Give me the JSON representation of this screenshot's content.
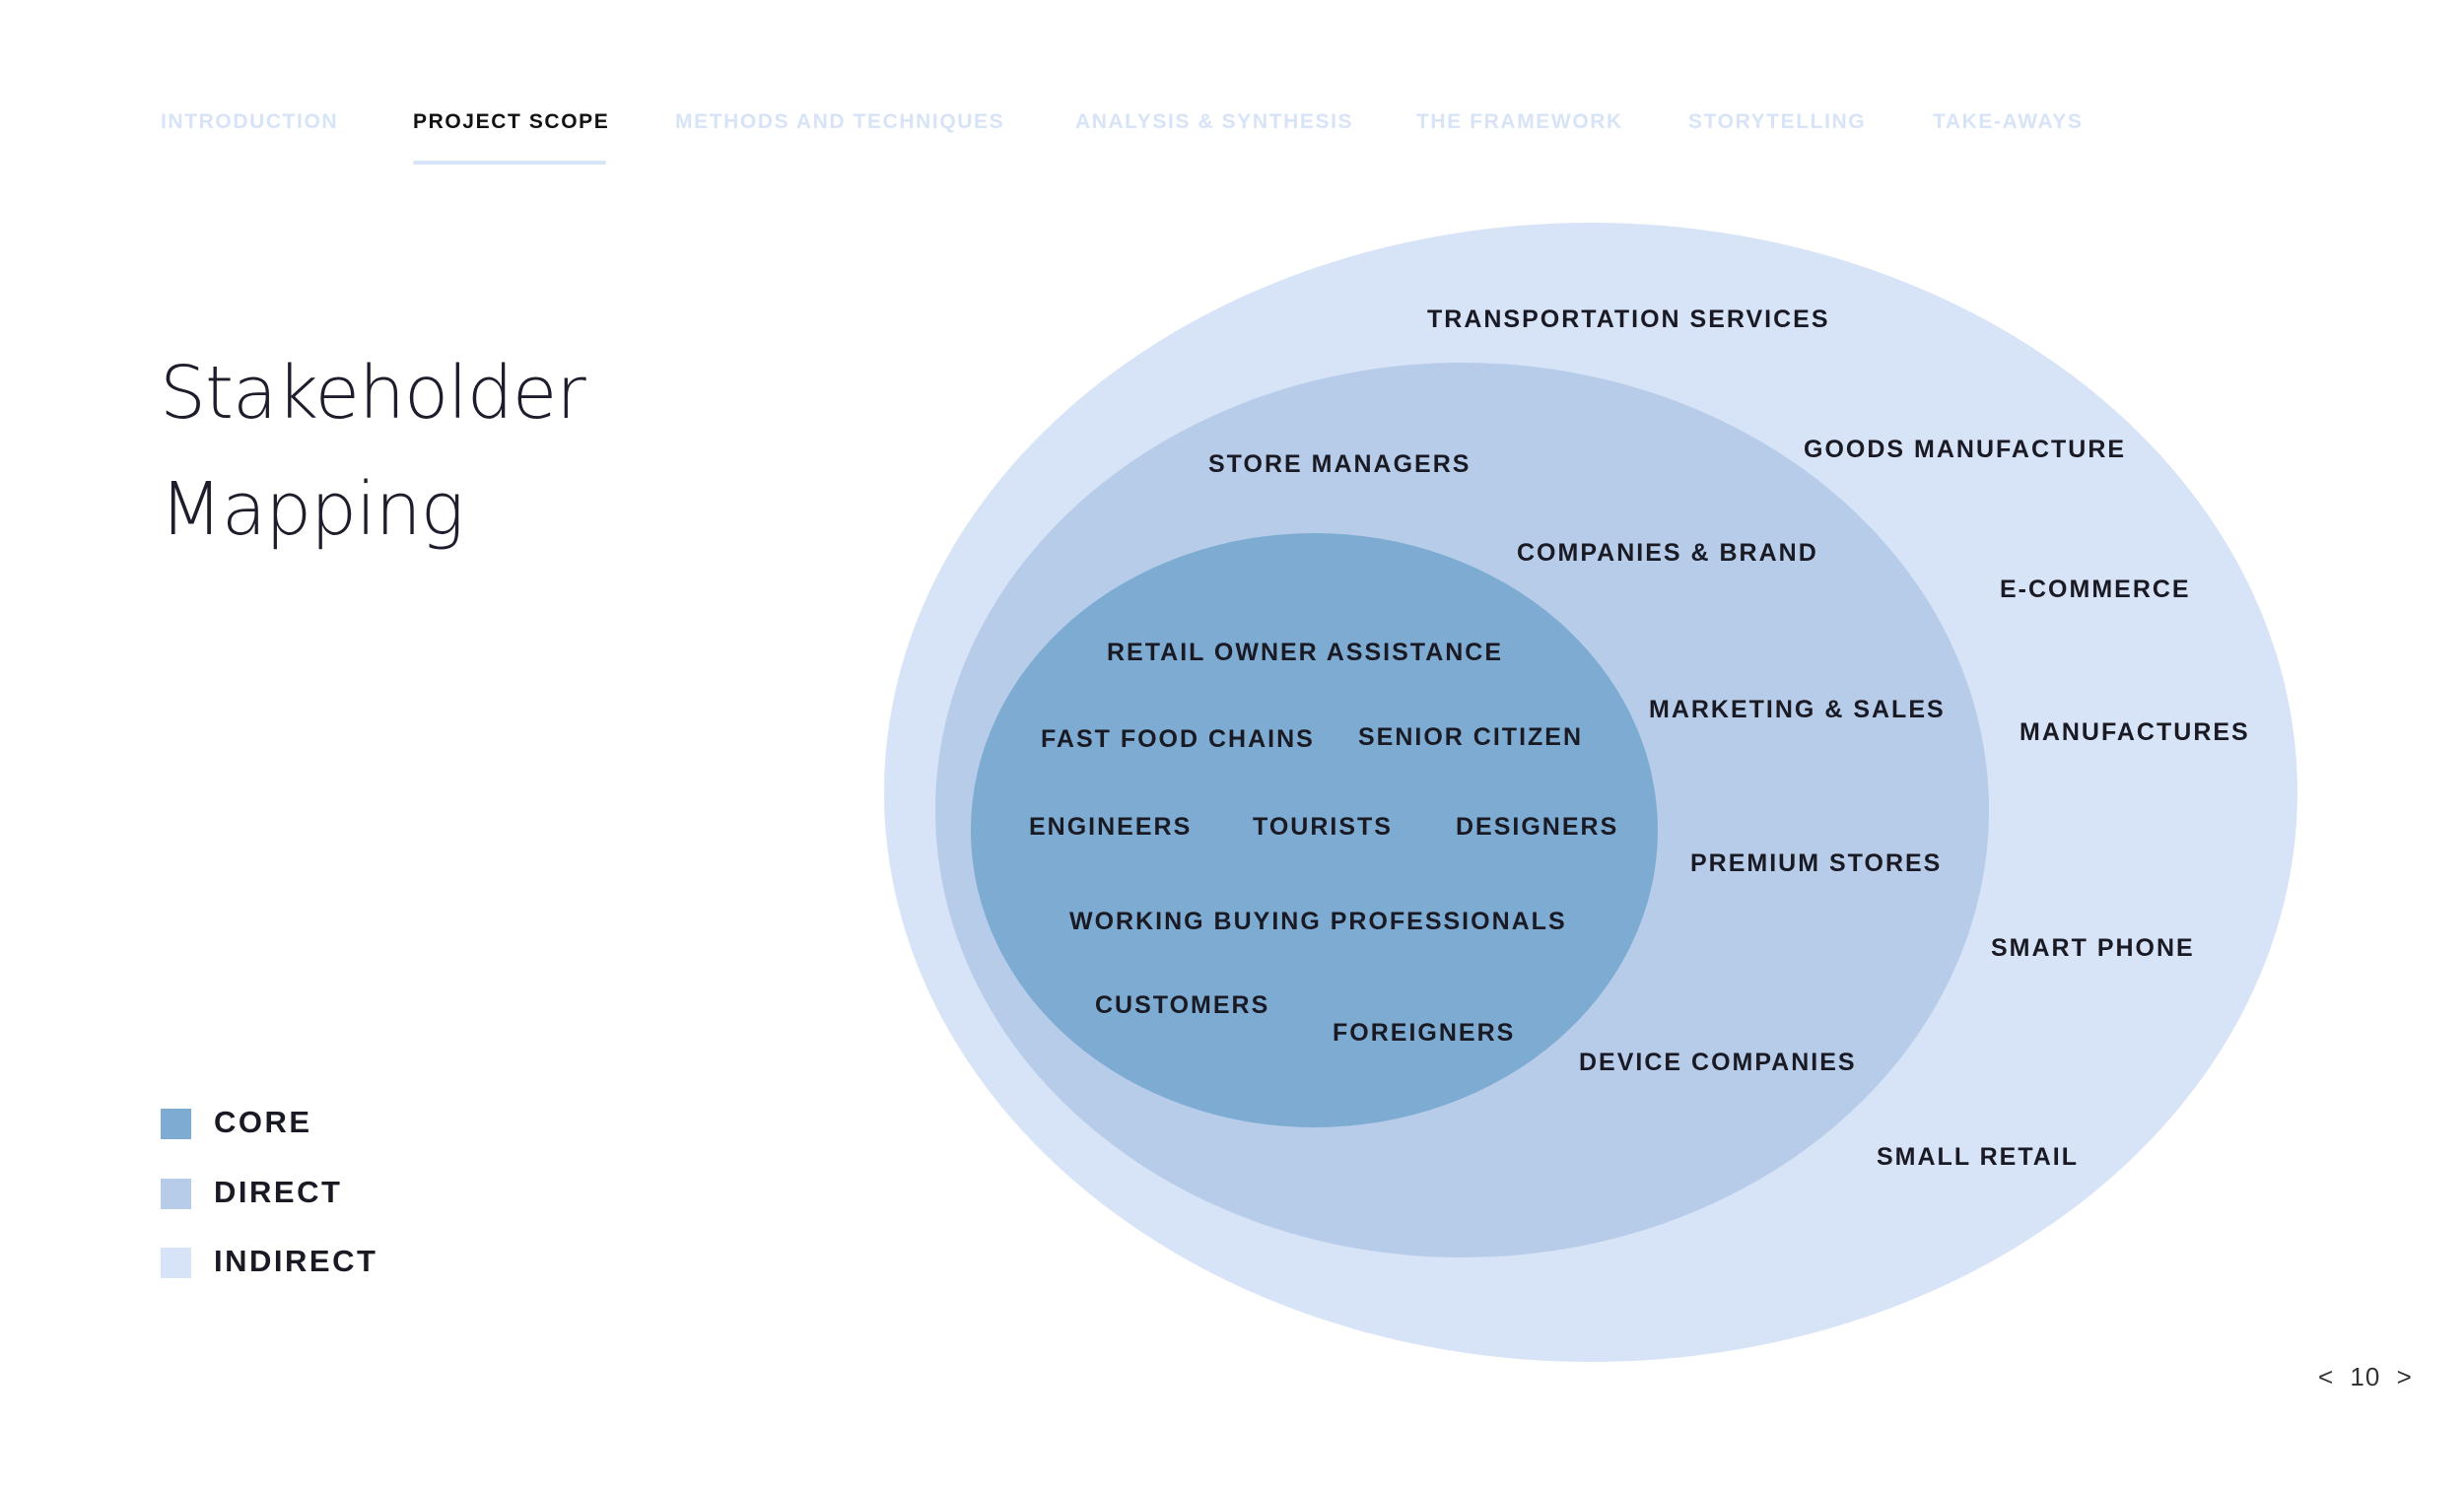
{
  "nav": {
    "tabs": [
      {
        "label": "INTRODUCTION",
        "active": false
      },
      {
        "label": "PROJECT SCOPE",
        "active": true
      },
      {
        "label": "METHODS AND TECHNIQUES",
        "active": false
      },
      {
        "label": "ANALYSIS & SYNTHESIS",
        "active": false
      },
      {
        "label": "THE FRAMEWORK",
        "active": false
      },
      {
        "label": "STORYTELLING",
        "active": false
      },
      {
        "label": "TAKE-AWAYS",
        "active": false
      }
    ],
    "muted_color": "#d7e3f6",
    "underline_color": "#d7e3f6"
  },
  "title": {
    "line1": "Stakeholder",
    "line2": "Mapping"
  },
  "colors": {
    "core": "#7eabd2",
    "direct": "#b6cce9",
    "indirect": "#d7e3f6"
  },
  "stakeholders": {
    "indirect": [
      "TRANSPORTATION SERVICES",
      "GOODS MANUFACTURE",
      "E-COMMERCE",
      "MANUFACTURES",
      "SMART PHONE",
      "SMALL RETAIL"
    ],
    "direct": [
      "STORE MANAGERS",
      "COMPANIES & BRAND",
      "MARKETING & SALES",
      "PREMIUM STORES",
      "DEVICE COMPANIES"
    ],
    "core": [
      "RETAIL OWNER ASSISTANCE",
      "FAST FOOD CHAINS",
      "SENIOR CITIZEN",
      "ENGINEERS",
      "TOURISTS",
      "DESIGNERS",
      "WORKING BUYING PROFESSIONALS",
      "CUSTOMERS",
      "FOREIGNERS"
    ]
  },
  "legend": [
    {
      "label": "CORE",
      "color": "#7eabd2"
    },
    {
      "label": "DIRECT",
      "color": "#b6cce9"
    },
    {
      "label": "INDIRECT",
      "color": "#d7e3f6"
    }
  ],
  "pager": {
    "prev": "<",
    "page": "10",
    "next": ">"
  }
}
